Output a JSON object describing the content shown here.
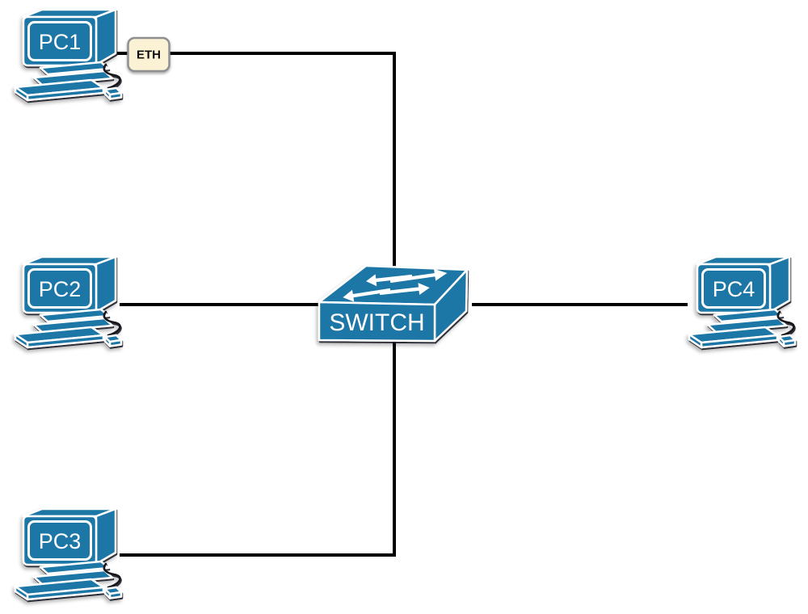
{
  "diagram": {
    "type": "network-topology",
    "nodes": {
      "pc1": {
        "label": "PC1",
        "kind": "pc"
      },
      "pc2": {
        "label": "PC2",
        "kind": "pc"
      },
      "pc3": {
        "label": "PC3",
        "kind": "pc"
      },
      "pc4": {
        "label": "PC4",
        "kind": "pc"
      },
      "switch": {
        "label": "SWITCH",
        "kind": "switch"
      }
    },
    "links": [
      {
        "from": "PC1",
        "to": "SWITCH",
        "label": "ETH"
      },
      {
        "from": "PC2",
        "to": "SWITCH",
        "label": ""
      },
      {
        "from": "PC3",
        "to": "SWITCH",
        "label": ""
      },
      {
        "from": "PC4",
        "to": "SWITCH",
        "label": ""
      }
    ]
  },
  "colors": {
    "device_fill": "#1F76A6",
    "device_outline": "#FFFFFF",
    "link_line": "#000000",
    "device_label_text": "#FFFFFF",
    "eth_label_bg": "#FBF2D5",
    "eth_label_border": "#8F8F8F",
    "eth_label_text": "#111111"
  }
}
